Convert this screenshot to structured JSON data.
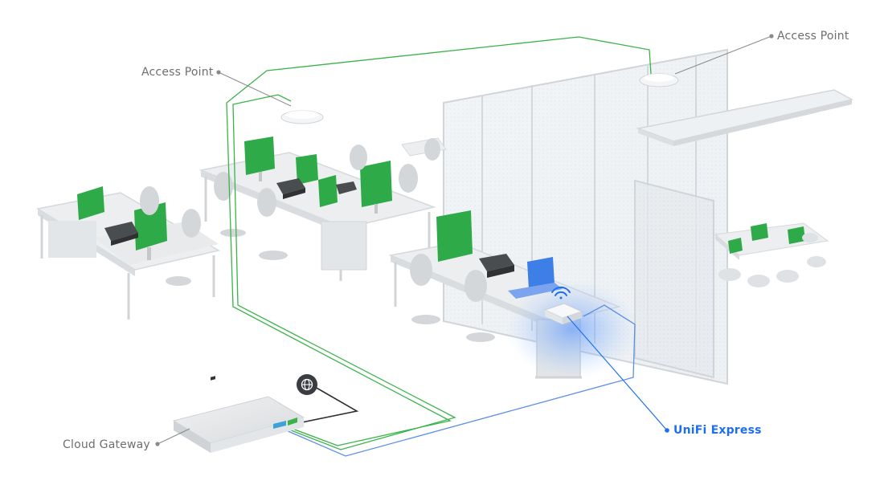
{
  "labels": {
    "access_point_left": "Access Point",
    "access_point_right": "Access Point",
    "cloud_gateway": "Cloud Gateway",
    "unifi_express": "UniFi Express"
  },
  "icons": {
    "internet": "globe-icon",
    "wifi": "wifi-icon"
  },
  "colors": {
    "ap_cable": "#3bb34a",
    "express_cable": "#5b8fe8",
    "express_label": "#1e6ff0",
    "monitor": "#2faa48",
    "laptop_blue": "#3d7fe6",
    "label_text": "#6e6e6e"
  }
}
